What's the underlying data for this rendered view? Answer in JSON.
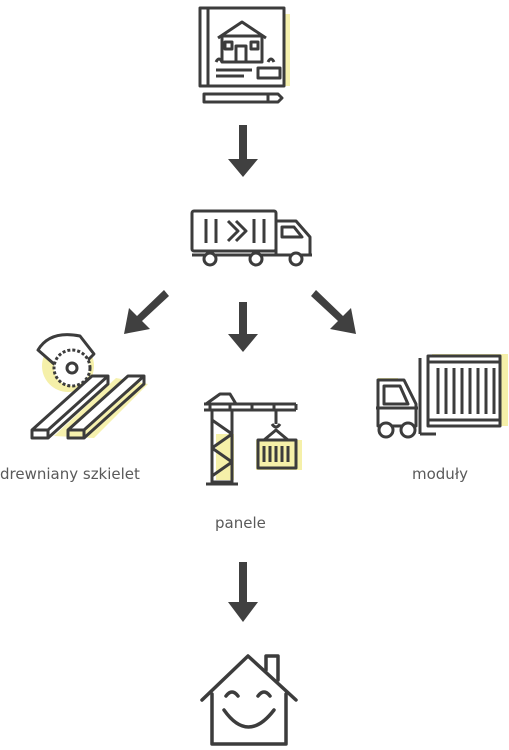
{
  "colors": {
    "stroke": "#3c3c3c",
    "highlight": "#f3ec93",
    "arrow": "#404040",
    "label": "#5a5a5a"
  },
  "nodes": {
    "blueprint": {
      "icon": "house-blueprint-icon"
    },
    "truck": {
      "icon": "delivery-truck-icon"
    },
    "frame": {
      "icon": "circular-saw-lumber-icon",
      "label": "drewniany szkielet"
    },
    "panels": {
      "icon": "tower-crane-container-icon",
      "label": "panele"
    },
    "modules": {
      "icon": "forklift-container-icon",
      "label": "moduły"
    },
    "home": {
      "icon": "smiling-house-icon"
    }
  },
  "edges": [
    {
      "from": "blueprint",
      "to": "truck"
    },
    {
      "from": "truck",
      "to": "frame"
    },
    {
      "from": "truck",
      "to": "panels"
    },
    {
      "from": "truck",
      "to": "modules"
    },
    {
      "from": "panels",
      "to": "home"
    }
  ]
}
